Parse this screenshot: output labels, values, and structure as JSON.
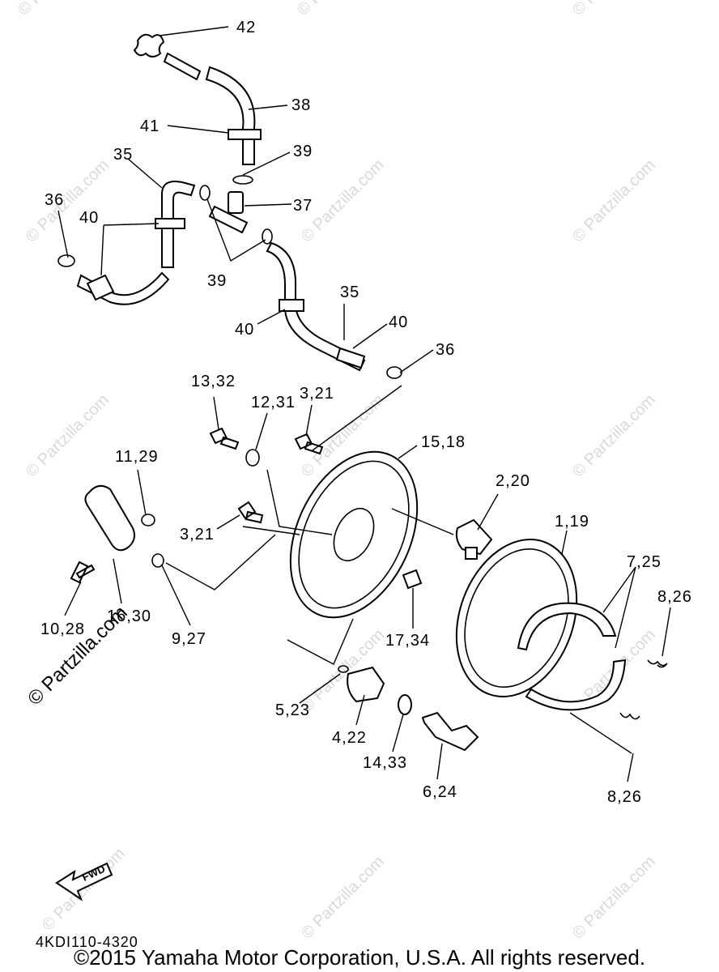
{
  "watermark": {
    "small": "© Partzilla.com",
    "large": "© Partzilla.com"
  },
  "callouts": {
    "c42": "42",
    "c38": "38",
    "c41": "41",
    "c39a": "39",
    "c35a": "35",
    "c37": "37",
    "c36a": "36",
    "c40a": "40",
    "c39b": "39",
    "c35b": "35",
    "c40b": "40",
    "c40c": "40",
    "c36b": "36",
    "c13_32": "13,32",
    "c12_31": "12,31",
    "c3_21a": "3,21",
    "c15_18": "15,18",
    "c11_29": "11,29",
    "c2_20": "2,20",
    "c1_19": "1,19",
    "c3_21b": "3,21",
    "c7_25": "7,25",
    "c8_26a": "8,26",
    "c10_28": "10,28",
    "c16_30": "16,30",
    "c9_27": "9,27",
    "c17_34": "17,34",
    "c5_23": "5,23",
    "c4_22": "4,22",
    "c14_33": "14,33",
    "c6_24": "6,24",
    "c8_26b": "8,26"
  },
  "fwd_label": "FWD",
  "diagram_code": "4KDI110-4320",
  "copyright": "©2015 Yamaha Motor Corporation, U.S.A. All rights reserved."
}
